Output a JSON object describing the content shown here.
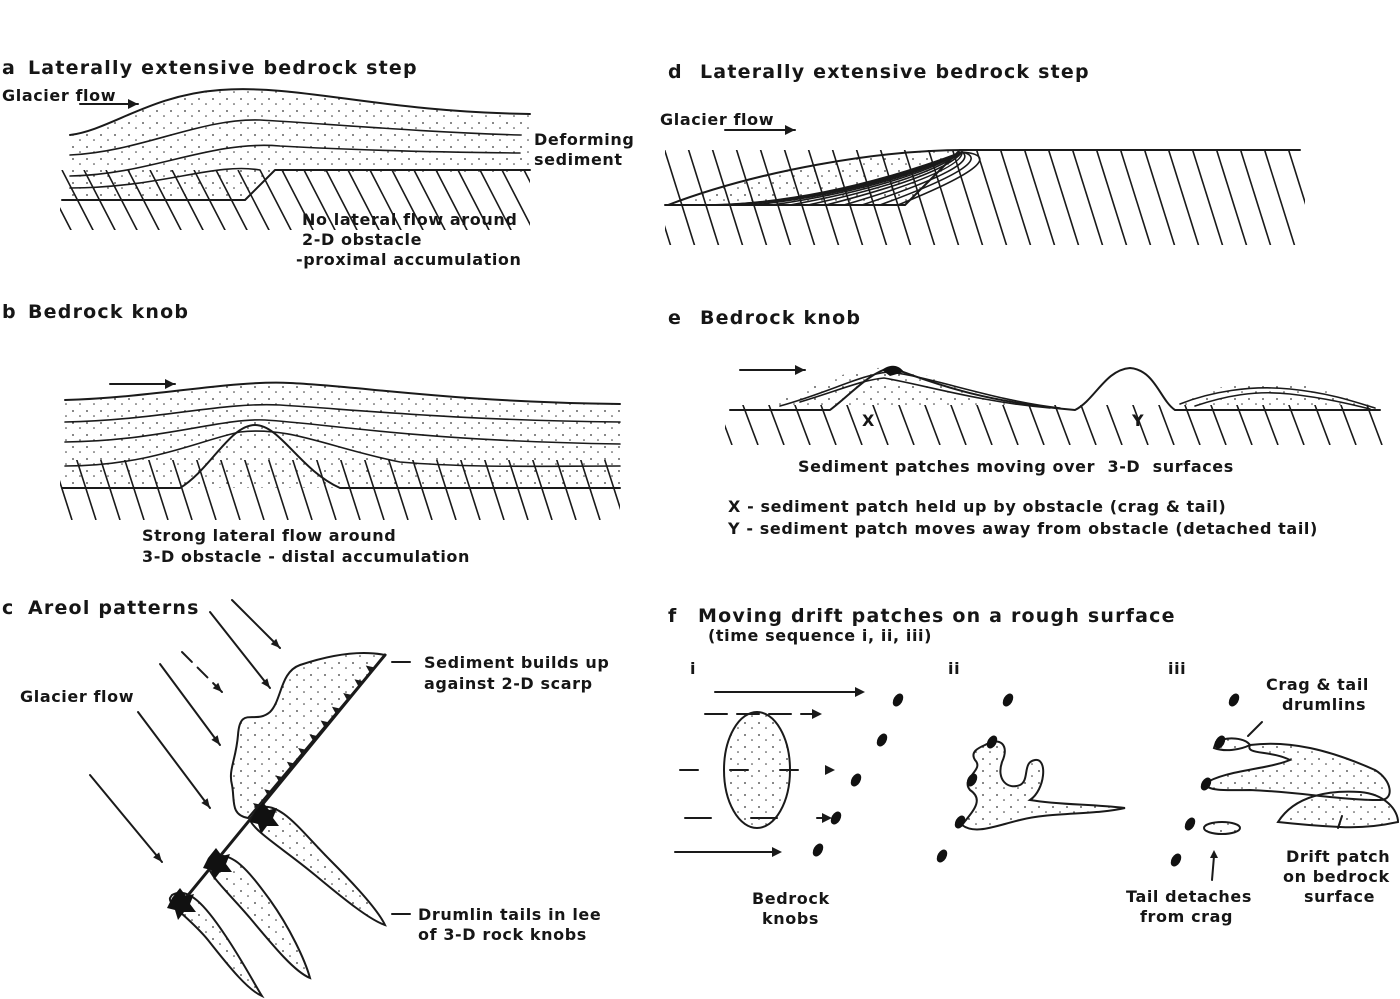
{
  "panels": {
    "a": {
      "letter": "a",
      "title": "Laterally extensive bedrock step",
      "flow_label": "Glacier flow",
      "deforming_1": "Deforming",
      "deforming_2": "sediment",
      "note_1": "No lateral flow around",
      "note_2": "2-D obstacle",
      "note_3": "-proximal accumulation"
    },
    "b": {
      "letter": "b",
      "title": "Bedrock knob",
      "note_1": "Strong lateral flow around",
      "note_2": "3-D obstacle - distal accumulation"
    },
    "c": {
      "letter": "c",
      "title": "Areol patterns",
      "flow_label": "Glacier flow",
      "scarp_1": "Sediment builds up",
      "scarp_2": "against 2-D scarp",
      "drumlin_1": "Drumlin tails in lee",
      "drumlin_2": "of 3-D rock knobs"
    },
    "d": {
      "letter": "d",
      "title": "Laterally extensive bedrock step",
      "flow_label": "Glacier flow"
    },
    "e": {
      "letter": "e",
      "title": "Bedrock knob",
      "mark_x": "X",
      "mark_y": "Y",
      "caption": "Sediment patches moving over  3-D  surfaces",
      "legend_x": "X - sediment patch held up by obstacle (crag & tail)",
      "legend_y": "Y - sediment patch moves away from obstacle (detached tail)"
    },
    "f": {
      "letter": "f",
      "title": "Moving drift patches on a rough surface",
      "subtitle": "(time sequence i, ii, iii)",
      "step_1": "i",
      "step_2": "ii",
      "step_3": "iii",
      "crag_1": "Crag & tail",
      "crag_2": "drumlins",
      "knobs_1": "Bedrock",
      "knobs_2": "knobs",
      "detach_1": "Tail detaches",
      "detach_2": "from crag",
      "drift_1": "Drift patch",
      "drift_2": "on bedrock",
      "drift_3": "surface"
    }
  }
}
